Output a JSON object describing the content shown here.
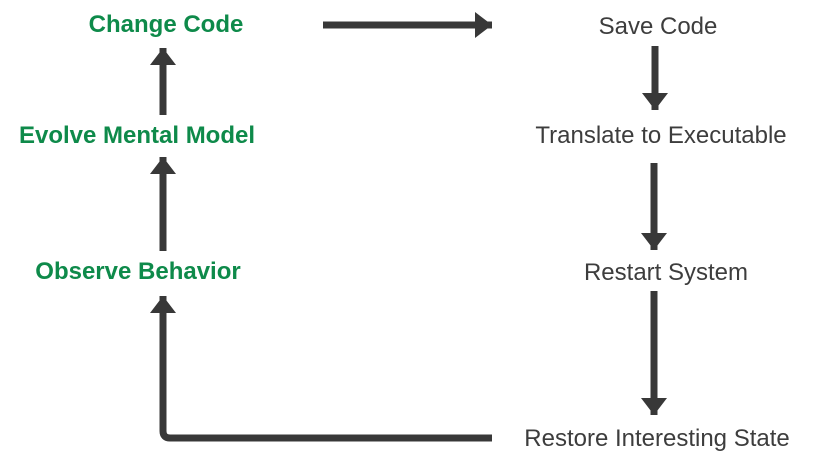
{
  "diagram": {
    "left_column": {
      "nodes": [
        {
          "id": "change-code",
          "label": "Change Code"
        },
        {
          "id": "evolve-mental-model",
          "label": "Evolve Mental Model"
        },
        {
          "id": "observe-behavior",
          "label": "Observe Behavior"
        }
      ]
    },
    "right_column": {
      "nodes": [
        {
          "id": "save-code",
          "label": "Save Code"
        },
        {
          "id": "translate-to-executable",
          "label": "Translate to Executable"
        },
        {
          "id": "restart-system",
          "label": "Restart System"
        },
        {
          "id": "restore-interesting-state",
          "label": "Restore Interesting State"
        }
      ]
    },
    "edges": [
      {
        "from": "Change Code",
        "to": "Save Code",
        "direction": "right"
      },
      {
        "from": "Save Code",
        "to": "Translate to Executable",
        "direction": "down"
      },
      {
        "from": "Translate to Executable",
        "to": "Restart System",
        "direction": "down"
      },
      {
        "from": "Restart System",
        "to": "Restore Interesting State",
        "direction": "down"
      },
      {
        "from": "Restore Interesting State",
        "to": "Observe Behavior",
        "direction": "left-then-up"
      },
      {
        "from": "Observe Behavior",
        "to": "Evolve Mental Model",
        "direction": "up"
      },
      {
        "from": "Evolve Mental Model",
        "to": "Change Code",
        "direction": "up"
      }
    ],
    "colors": {
      "left_text": "#0E8A4A",
      "right_text": "#3D3D3D",
      "arrow": "#383838",
      "background": "#FFFFFF"
    }
  }
}
